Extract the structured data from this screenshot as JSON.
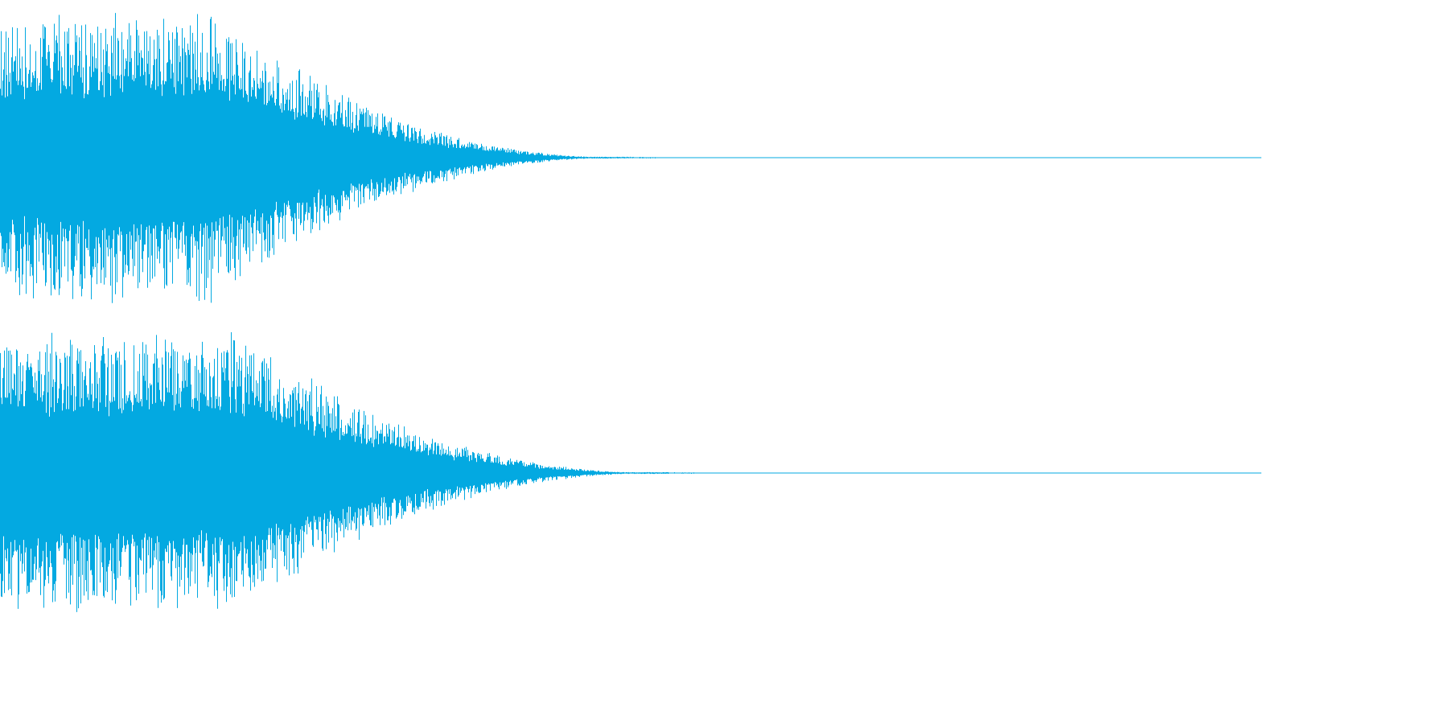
{
  "waveform": {
    "color": "#03a9e1",
    "background": "#ffffff",
    "channel_count": 2,
    "channels": [
      {
        "name": "channel-1",
        "envelope": {
          "peak_amplitude": 0.97,
          "attack": "instant",
          "sustain_fraction_of_duration": 0.17,
          "decay_end_fraction_of_duration": 0.5,
          "tail_noise_amplitude": 0.006
        },
        "seed": 11
      },
      {
        "name": "channel-2",
        "envelope": {
          "peak_amplitude": 0.95,
          "attack": "instant",
          "sustain_fraction_of_duration": 0.19,
          "decay_end_fraction_of_duration": 0.53,
          "tail_noise_amplitude": 0.006
        },
        "seed": 29
      }
    ]
  }
}
